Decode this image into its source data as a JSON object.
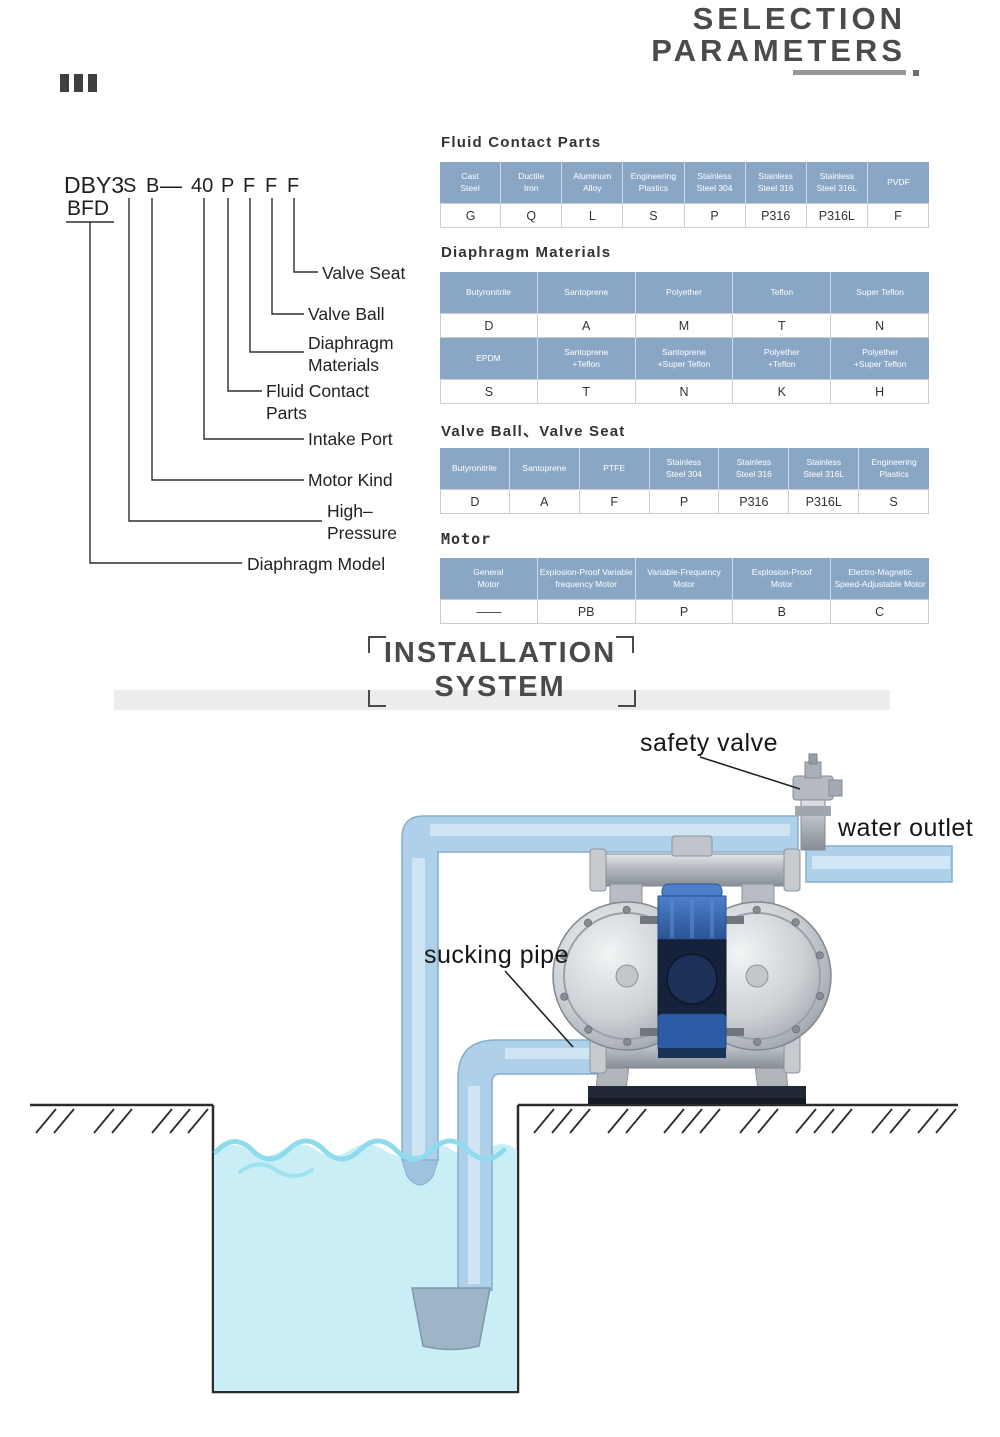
{
  "page": {
    "title_lines": [
      "SELECTION",
      "PARAMETERS"
    ]
  },
  "model_code": {
    "segments": {
      "model": "DBY3",
      "high_pressure": "S",
      "motor_kind": "B",
      "dash": "—",
      "intake_port": "40",
      "fluid_contact": "P",
      "diaphragm": "F",
      "valve_ball": "F",
      "valve_seat": "F",
      "sub_model": "BFD"
    },
    "labels": {
      "valve_seat": "Valve Seat",
      "valve_ball": "Valve Ball",
      "diaphragm_materials": "Diaphragm\nMaterials",
      "fluid_contact_parts": "Fluid Contact\nParts",
      "intake_port": "Intake Port",
      "motor_kind": "Motor Kind",
      "high_pressure": "High–\nPressure",
      "diaphragm_model": "Diaphragm Model"
    }
  },
  "tables": [
    {
      "title": "Fluid Contact Parts",
      "bands": [
        {
          "headers": [
            "Cast\nSteel",
            "Ductile\nIron",
            "Aluminum\nAlloy",
            "Engineering\nPlastics",
            "Stainless\nSteel 304",
            "Stainless\nSteel 316",
            "Stainless\nSteel 316L",
            "PVDF"
          ],
          "values": [
            "G",
            "Q",
            "L",
            "S",
            "P",
            "P316",
            "P316L",
            "F"
          ]
        }
      ]
    },
    {
      "title": "Diaphragm Materials",
      "bands": [
        {
          "headers": [
            "Butyronitrile",
            "Santoprene",
            "Polyether",
            "Teflon",
            "Super Teflon"
          ],
          "values": [
            "D",
            "A",
            "M",
            "T",
            "N"
          ]
        },
        {
          "headers": [
            "EPDM",
            "Santoprene\n+Teflon",
            "Santoprene\n+Super Teflon",
            "Polyether\n+Teflon",
            "Polyether\n+Super Teflon"
          ],
          "values": [
            "S",
            "T",
            "N",
            "K",
            "H"
          ]
        }
      ]
    },
    {
      "title": "Valve Ball、Valve Seat",
      "bands": [
        {
          "headers": [
            "Butyronitrile",
            "Santoprene",
            "PTFE",
            "Stainless\nSteel 304",
            "Stainless\nSteel 316",
            "Stainless\nSteel 316L",
            "Engineering\nPlastics"
          ],
          "values": [
            "D",
            "A",
            "F",
            "P",
            "P316",
            "P316L",
            "S"
          ]
        }
      ]
    },
    {
      "title": "Motor",
      "bands": [
        {
          "headers": [
            "General\nMotor",
            "Explosion-Proof Variable\nfrequency Motor",
            "Variable-Frequency\nMotor",
            "Explosion-Proof\nMotor",
            "Electro-Magnetic\nSpeed-Adjustable Motor"
          ],
          "values": [
            "——",
            "PB",
            "P",
            "B",
            "C"
          ]
        }
      ]
    }
  ],
  "installation": {
    "title_lines": [
      "INSTALLATION",
      "SYSTEM"
    ]
  },
  "diagram": {
    "labels": {
      "safety_valve": "safety valve",
      "water_outlet": "water outlet",
      "sucking_pipe": "sucking pipe"
    }
  },
  "colors": {
    "table_header": "#8aa6c5",
    "pipe_blue": "#afd0e9",
    "water": "#c9eef6",
    "pump_blue": "#2e5ca4",
    "base_dark": "#202836",
    "accent_text": "#4a4a4a",
    "band_gray": "#ededed"
  }
}
